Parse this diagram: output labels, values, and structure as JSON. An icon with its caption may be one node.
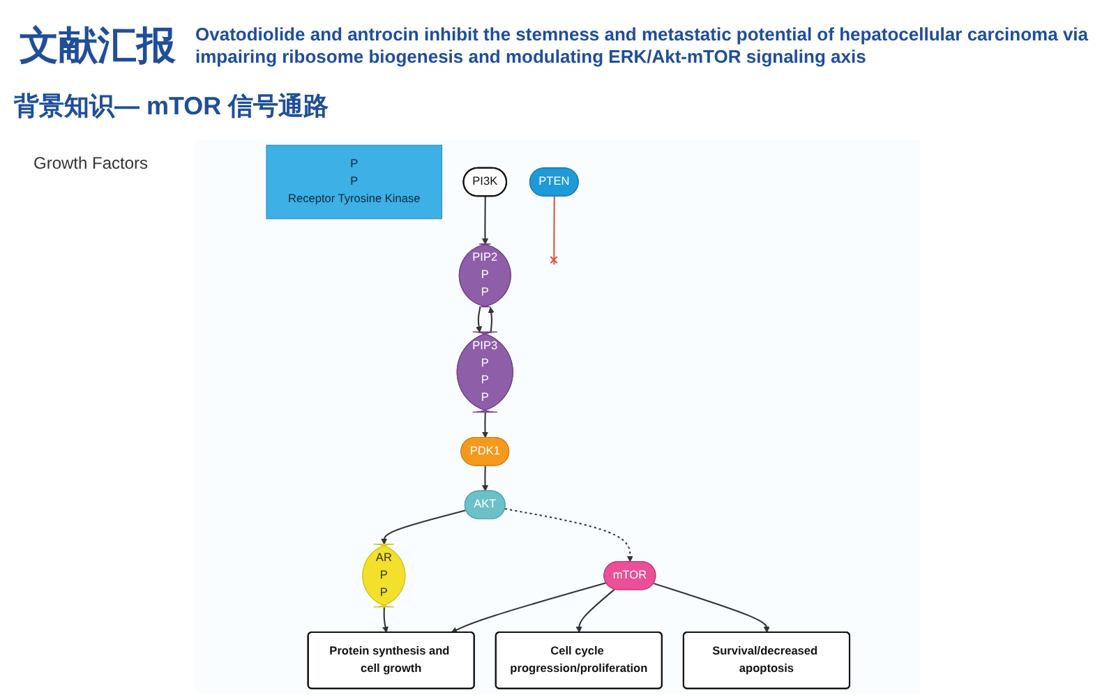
{
  "diagram": {
    "title": "背景知识— mTOR 信号通路",
    "nodes": [
      {
        "text": [
          "P",
          "P",
          "Receptor Tyrosine Kinase"
        ]
      },
      {
        "text": [
          "PI3K"
        ]
      },
      {
        "text": [
          "PIP2",
          "P",
          "P"
        ]
      },
      {
        "text": [
          "PIP3",
          "P",
          "P",
          "P"
        ]
      },
      {
        "text": [
          "PTEN"
        ]
      },
      {
        "text": [
          "PDK1"
        ]
      },
      {
        "text": [
          "AKT"
        ]
      },
      {
        "text": [
          "AR",
          "P",
          "P"
        ]
      },
      {
        "text": [
          "Protein synthesis and cell growth"
        ]
      },
      {
        "text": [
          "Cell cycle progression/proliferation"
        ]
      },
      {
        "text": [
          "Survival/decreased apoptosis"
        ]
      },
      {
        "text": [
          "mTOR"
        ]
      }
    ],
    "edges": [
      {
        "from": 1,
        "to": 2,
        "arrow": "to"
      },
      {
        "from": 2,
        "to": 3,
        "arrow": "to"
      },
      {
        "from": 3,
        "to": 2,
        "arrow": "to"
      },
      {
        "from": 4,
        "to": null,
        "arrow": "other",
        "color": "#e0523a"
      },
      {
        "from": 3,
        "to": 5,
        "arrow": "to"
      },
      {
        "from": 5,
        "to": 6,
        "arrow": "to"
      },
      {
        "from": 6,
        "to": 7,
        "arrow": "to"
      },
      {
        "from": 6,
        "to": 11,
        "arrow": "to",
        "style": "dashed"
      },
      {
        "from": 7,
        "to": 8,
        "arrow": "to"
      },
      {
        "from": 11,
        "to": 8,
        "arrow": "to"
      },
      {
        "from": 11,
        "to": 9,
        "arrow": "to"
      },
      {
        "from": 11,
        "to": 10,
        "arrow": "to"
      }
    ],
    "labels": [
      "文献汇报",
      "Ovatodiolide and antrocin inhibit the stemness and metastatic potential of hepatocellular carcinoma via impairing ribosome biogenesis and modulating ERK/Akt-mTOR signaling axis",
      "Growth Factors"
    ]
  }
}
